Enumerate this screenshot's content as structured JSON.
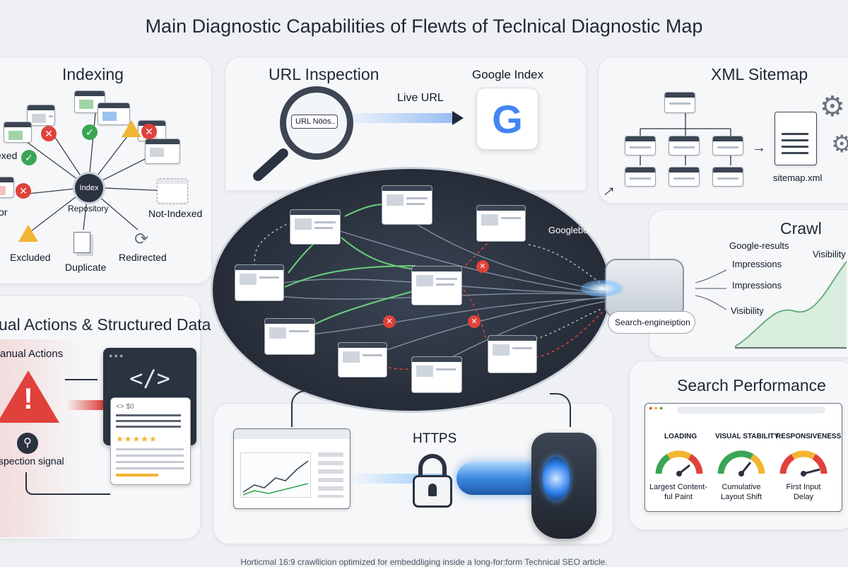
{
  "title": "Main Diagnostic Capabilities of Flewts of Teclnical Diagnostic Map",
  "indexing": {
    "heading": "Indexing",
    "hub": "Index",
    "hub_caption": "Repository",
    "labels": {
      "indexed": "exed",
      "error": "or",
      "excluded": "Excluded",
      "duplicate": "Duplicate",
      "redirected": "Redirected",
      "not_indexed": "Not-Indexed"
    }
  },
  "url_inspection": {
    "heading": "URL Inspection",
    "search_text": "URL Nöös..",
    "live_url": "Live URL",
    "google_index": "Google Index",
    "google_letter": "G"
  },
  "xml_sitemap": {
    "heading": "XML Sitemap",
    "file": "sitemap.xml"
  },
  "crawl": {
    "heading": "Crawl",
    "bot": "Googlebot",
    "engine": "Search-engineiption",
    "metrics": [
      "Google-results",
      "Impressions",
      "Impressions",
      "Visibility",
      "Visibility"
    ]
  },
  "manual": {
    "heading": "ual Actions & Structured Data",
    "actions": "anual Actions",
    "signal": "spection signal",
    "code": "</>",
    "code_small": "<>  $0",
    "stars": "★★★★★"
  },
  "https": {
    "label": "HTTPS"
  },
  "performance": {
    "heading": "Search Performance",
    "gauges": [
      {
        "head": "LOADING",
        "name": "Largest Content-ful Paint"
      },
      {
        "head": "VISUAL STABILITY",
        "name": "Cumulative Layout Shift"
      },
      {
        "head": "RESPONSIVENESS",
        "name": "First Input Delay"
      }
    ]
  },
  "footer": "Horticmal 16:9 crawllicion optimized for embeddliging inside a long-for:form Technical SEO article.",
  "colors": {
    "green": "#3aa655",
    "red": "#e0413b",
    "amber": "#f2b531",
    "blue": "#2f80ed",
    "dark": "#2b3240"
  }
}
